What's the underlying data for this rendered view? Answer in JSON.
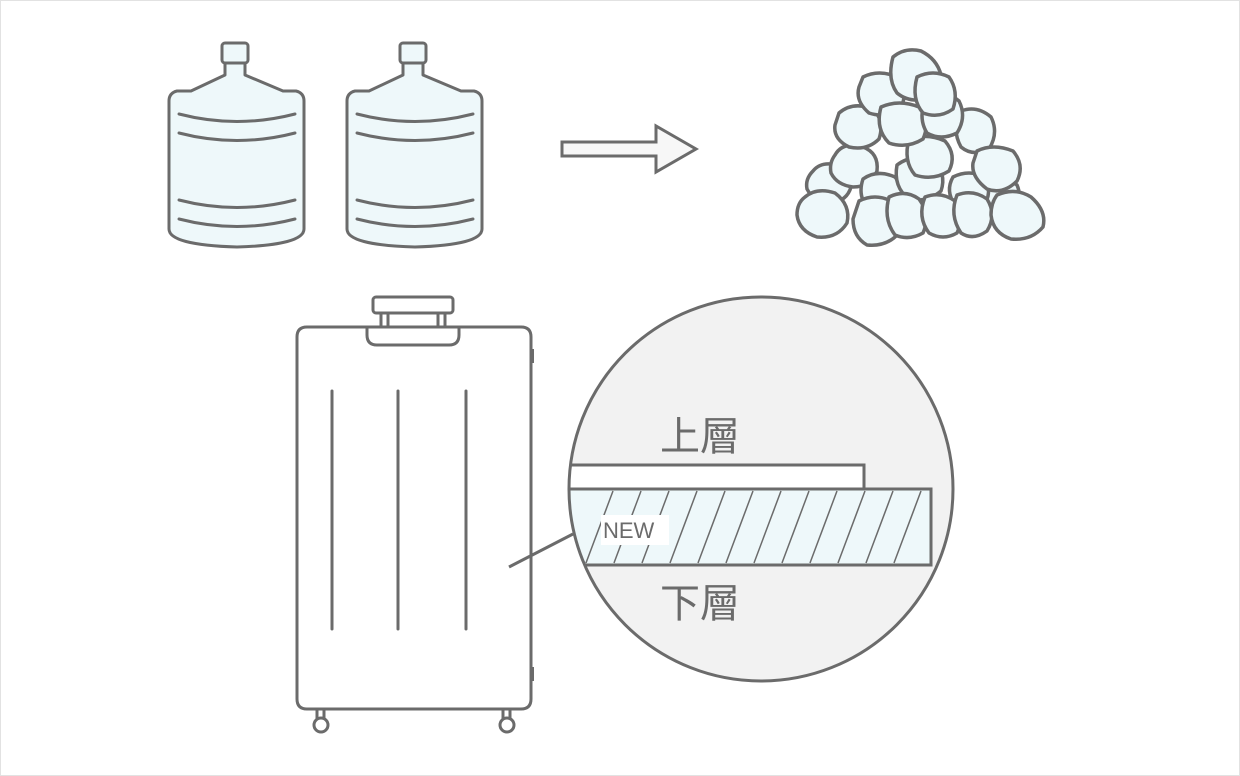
{
  "diagram": {
    "labels": {
      "upper_layer": "上層",
      "lower_layer": "下層",
      "new_badge": "NEW"
    },
    "icons": {
      "water_bottles": "water-bottle-icon",
      "arrow": "arrow-right-icon",
      "ice_pile": "ice-pile-icon",
      "suitcase": "suitcase-icon",
      "magnifier": "zoom-circle-icon"
    },
    "colors": {
      "stroke": "#6b6b6b",
      "fill_light_blue": "#eef8fa",
      "circle_fill": "#f2f2f2",
      "white": "#ffffff"
    }
  }
}
